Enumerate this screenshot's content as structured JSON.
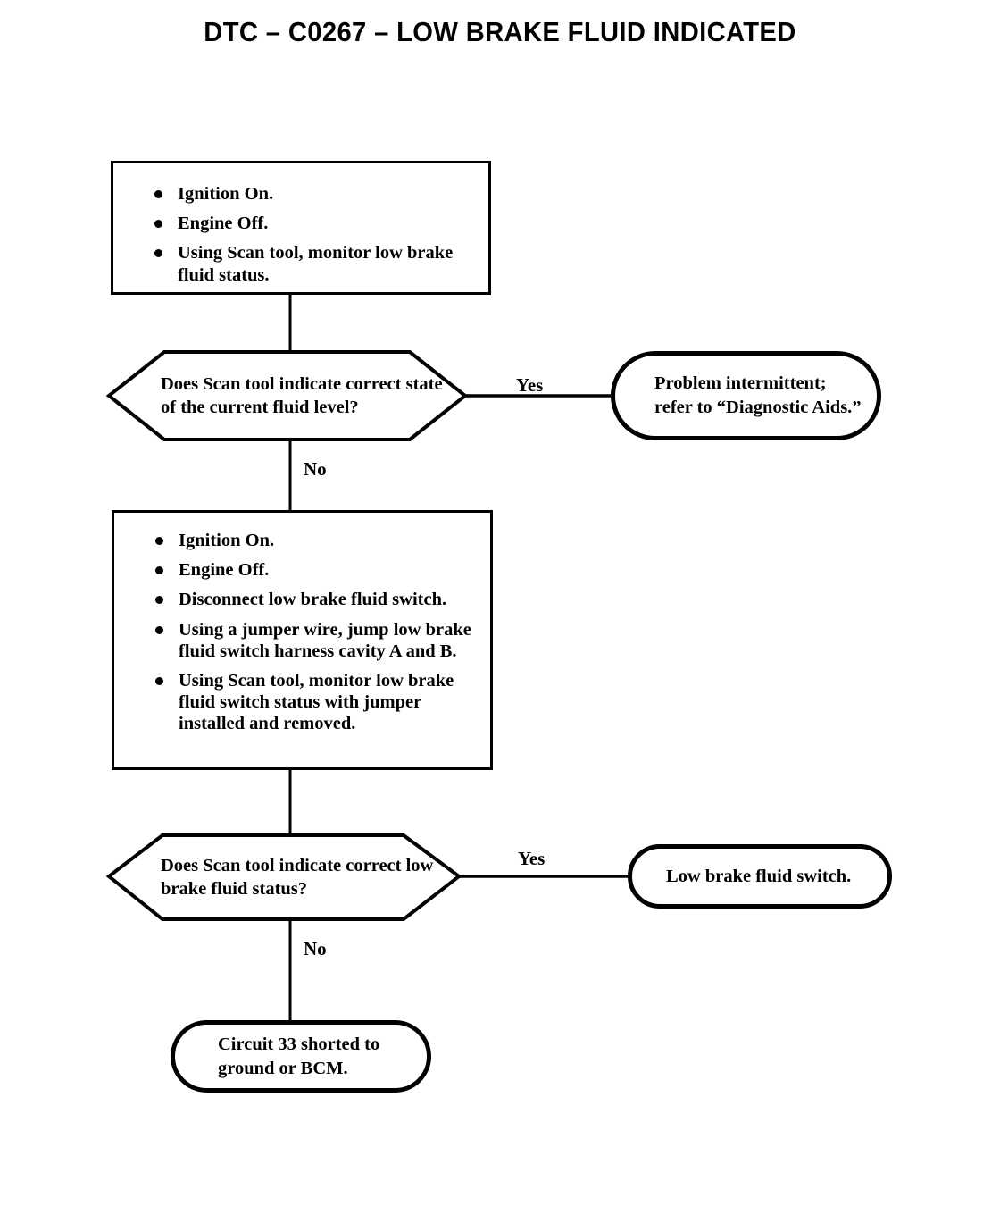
{
  "title": "DTC – C0267 – LOW BRAKE FLUID INDICATED",
  "diagram": {
    "type": "flowchart",
    "nodes": {
      "process_1": {
        "shape": "rectangle",
        "bullets": [
          "Ignition On.",
          "Engine Off.",
          "Using Scan tool, monitor low brake fluid status."
        ]
      },
      "decision_1": {
        "shape": "hexagon",
        "text": "Does Scan tool indicate correct state of the current fluid level?"
      },
      "terminator_diagnostic_aids": {
        "shape": "rounded",
        "text": "Problem intermittent; refer to “Diagnostic Aids.”"
      },
      "process_2": {
        "shape": "rectangle",
        "bullets": [
          "Ignition On.",
          "Engine Off.",
          "Disconnect low brake fluid switch.",
          "Using a jumper wire, jump low brake fluid switch harness cavity A and B.",
          "Using Scan tool, monitor low brake fluid switch status with jumper installed and removed."
        ]
      },
      "decision_2": {
        "shape": "hexagon",
        "text": "Does Scan tool indicate correct low brake fluid status?"
      },
      "terminator_low_brake_fluid_switch": {
        "shape": "rounded",
        "text": "Low brake fluid switch."
      },
      "terminator_circuit_33": {
        "shape": "rounded",
        "text": "Circuit 33 shorted to ground or BCM."
      }
    },
    "edges": {
      "yes_1": "Yes",
      "no_1": "No",
      "yes_2": "Yes",
      "no_2": "No"
    },
    "colors": {
      "line": "#000000",
      "background": "#ffffff",
      "text": "#000000"
    }
  }
}
